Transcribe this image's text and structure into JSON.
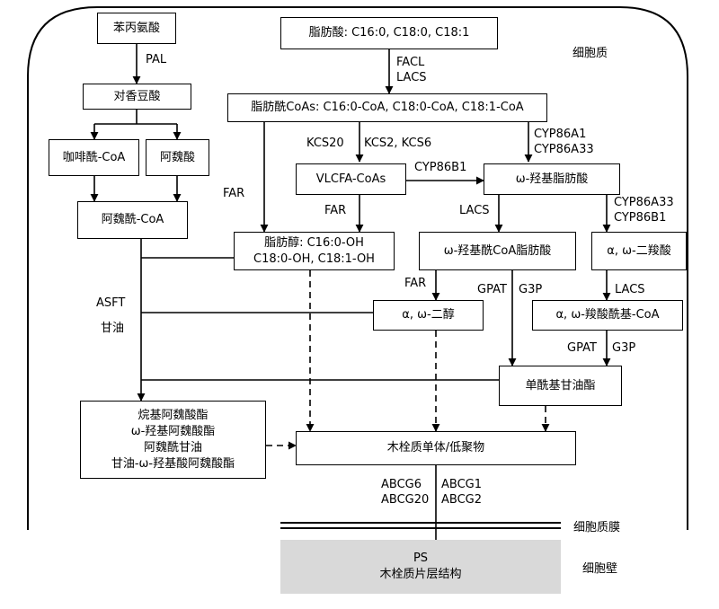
{
  "boxes": {
    "phenylalanine": "苯丙氨酸",
    "fatty_acids": "脂肪酸: C16:0, C18:0, C18:1",
    "p_coumaric": "对香豆酸",
    "fatty_acyl_coas": "脂肪酰CoAs: C16:0-CoA, C18:0-CoA, C18:1-CoA",
    "caffeoyl_coa": "咖啡酰-CoA",
    "ferulic_acid": "阿魏酸",
    "vlcfa_coas": "VLCFA-CoAs",
    "omega_hydroxy_fa": "ω-羟基脂肪酸",
    "feruloyl_coa": "阿魏酰-CoA",
    "fatty_alcohols_line1": "脂肪醇: C16:0-OH",
    "fatty_alcohols_line2": "C18:0-OH, C18:1-OH",
    "omega_hydroxy_acyl_coa": "ω-羟基酰CoA脂肪酸",
    "alpha_omega_diacid": "α, ω-二羧酸",
    "alpha_omega_diol": "α, ω-二醇",
    "alpha_omega_diacyl_coa": "α, ω-羧酸酰基-CoA",
    "monoacylglycerol": "单酰基甘油酯",
    "esters_line1": "烷基阿魏酸酯",
    "esters_line2": "ω-羟基阿魏酸酯",
    "esters_line3": "阿魏酰甘油",
    "esters_line4": "甘油-ω-羟基酸阿魏酸酯",
    "suberin_monomers": "木栓质单体/低聚物"
  },
  "labels": {
    "pal": "PAL",
    "facl": "FACL",
    "lacs_top": "LACS",
    "kcs20": "KCS20",
    "kcs2_kcs6": "KCS2, KCS6",
    "cyp86a1": "CYP86A1",
    "cyp86a33_top": "CYP86A33",
    "cyp86b1_mid": "CYP86B1",
    "far_left": "FAR",
    "far_vlcfa": "FAR",
    "lacs_mid": "LACS",
    "cyp86a33_right": "CYP86A33",
    "cyp86b1_right": "CYP86B1",
    "far_diol": "FAR",
    "gpat_mid": "GPAT",
    "g3p_mid": "G3P",
    "lacs_right": "LACS",
    "asft": "ASFT",
    "glycerol": "甘油",
    "gpat_right": "GPAT",
    "g3p_right": "G3P",
    "abcg6": "ABCG6",
    "abcg20": "ABCG20",
    "abcg1": "ABCG1",
    "abcg2": "ABCG2",
    "ps": "PS",
    "lamellae": "木栓质片层结构"
  },
  "regions": {
    "cytoplasm": "细胞质",
    "plasma_membrane": "细胞质膜",
    "cell_wall": "细胞壁"
  }
}
